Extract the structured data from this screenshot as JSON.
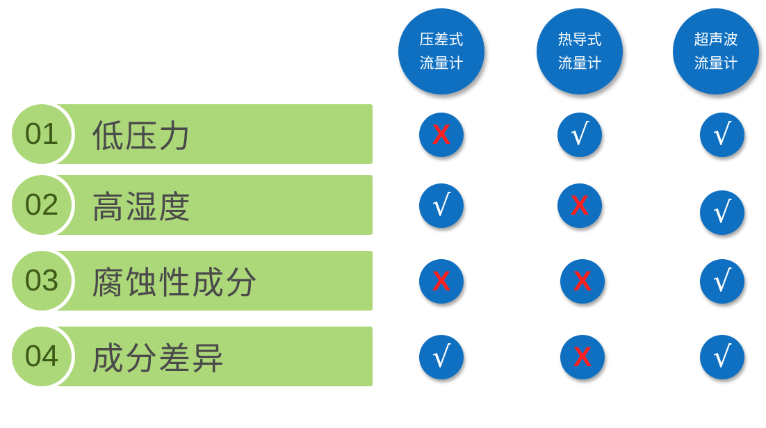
{
  "columns": [
    {
      "line1": "压差式",
      "line2": "流量计"
    },
    {
      "line1": "热导式",
      "line2": "流量计"
    },
    {
      "line1": "超声波",
      "line2": "流量计"
    }
  ],
  "rows": [
    {
      "number": "01",
      "label": "低压力",
      "marks": [
        "X",
        "√",
        "√"
      ]
    },
    {
      "number": "02",
      "label": "高湿度",
      "marks": [
        "√",
        "X",
        "√"
      ]
    },
    {
      "number": "03",
      "label": "腐蚀性成分",
      "marks": [
        "X",
        "X",
        "√"
      ]
    },
    {
      "number": "04",
      "label": "成分差异",
      "marks": [
        "√",
        "X",
        "√"
      ]
    }
  ],
  "colors": {
    "circle_blue": "#0f70c1",
    "bar_green": "#add87a",
    "number_text": "#3e5a16",
    "cross_red": "#ff1f1f",
    "check_white": "#ffffff"
  }
}
